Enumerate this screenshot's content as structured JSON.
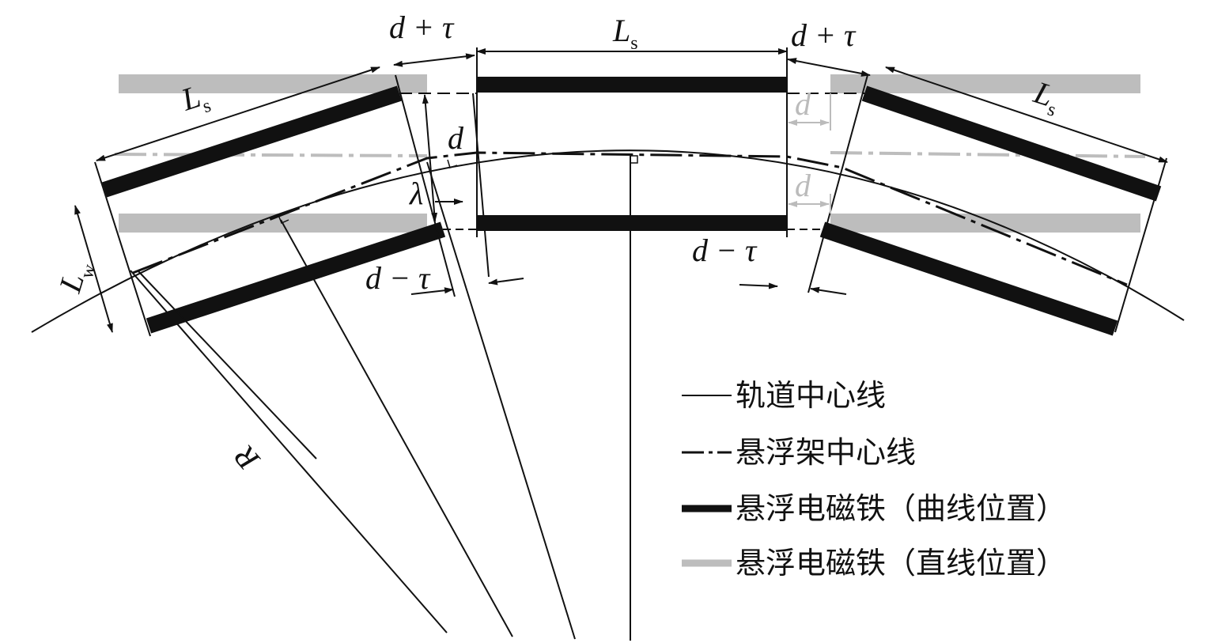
{
  "labels": {
    "d_plus_tau_left": "d + τ",
    "d_plus_tau_right": "d + τ",
    "ls_center": "L",
    "ls_left": "L",
    "ls_right": "L",
    "ls_sub": "s",
    "lw": "L",
    "lw_sub": "w",
    "d_top": "d",
    "d_gray_top": "d",
    "d_gray_bottom": "d",
    "lambda": "λ",
    "d_minus_tau_left": "d − τ",
    "d_minus_tau_right": "d − τ",
    "radius": "R"
  },
  "legend": [
    {
      "label": "轨道中心线",
      "style": "thin-line"
    },
    {
      "label": "悬浮架中心线",
      "style": "dash-dot"
    },
    {
      "label": "悬浮电磁铁（曲线位置）",
      "style": "thick-black"
    },
    {
      "label": "悬浮电磁铁（直线位置）",
      "style": "thick-gray"
    }
  ],
  "colors": {
    "black": "#111111",
    "gray": "#bdbdbd"
  }
}
